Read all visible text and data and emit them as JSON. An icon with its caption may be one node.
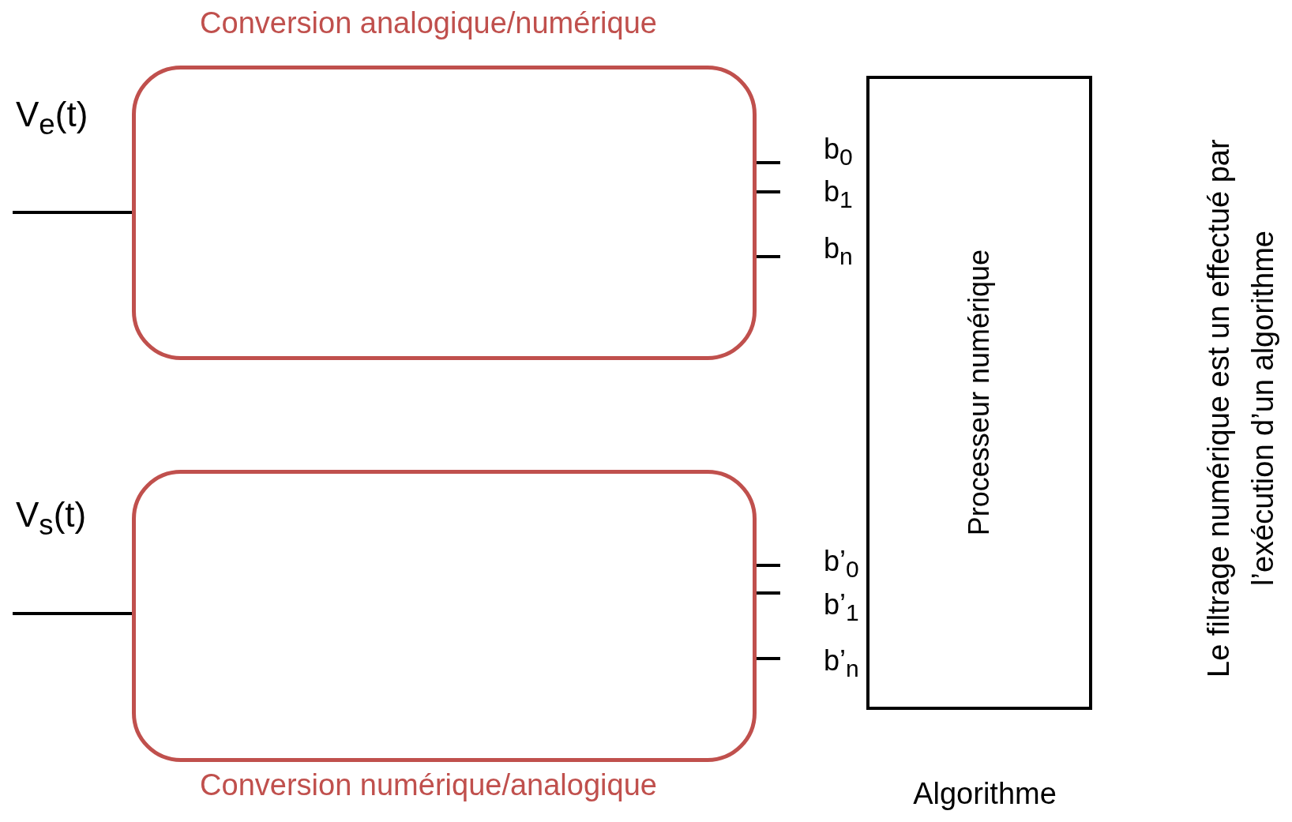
{
  "diagram": {
    "nodes": [
      {
        "text": [
          "Conversion analogique/numérique"
        ]
      },
      {
        "text": [
          "Conversion numérique/analogique"
        ]
      },
      {
        "text": [
          "Processeur numérique"
        ]
      }
    ],
    "edges": [
      {
        "from": null,
        "to": 0,
        "arrow": "none",
        "label": "V$_{e}$(t)"
      },
      {
        "from": 0,
        "to": null,
        "arrow": "none",
        "label": "b$_{0}$"
      },
      {
        "from": 0,
        "to": null,
        "arrow": "none",
        "label": "b$_{1}$"
      },
      {
        "from": 0,
        "to": null,
        "arrow": "none",
        "label": "b$_{n}$"
      },
      {
        "from": null,
        "to": 1,
        "arrow": "none",
        "label": "V$_{s}$(t)"
      },
      {
        "from": 1,
        "to": null,
        "arrow": "none",
        "label": "b’$_{0}$"
      },
      {
        "from": 1,
        "to": null,
        "arrow": "none",
        "label": "b’$_{1}$"
      },
      {
        "from": 1,
        "to": null,
        "arrow": "none",
        "label": "b’$_{n}$"
      }
    ],
    "labels": [
      "Algorithme",
      "Le filtrage numérique est un effectué par l’exécution d’un algorithme"
    ]
  }
}
